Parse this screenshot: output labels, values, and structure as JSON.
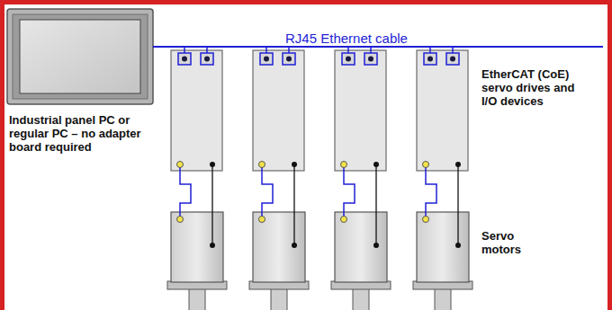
{
  "diagram": {
    "labels": [
      "RJ45 Ethernet cable",
      "EtherCAT (CoE) servo drives and I/O devices",
      "Industrial panel PC or regular PC – no adapter board required",
      "Servo motors"
    ]
  }
}
